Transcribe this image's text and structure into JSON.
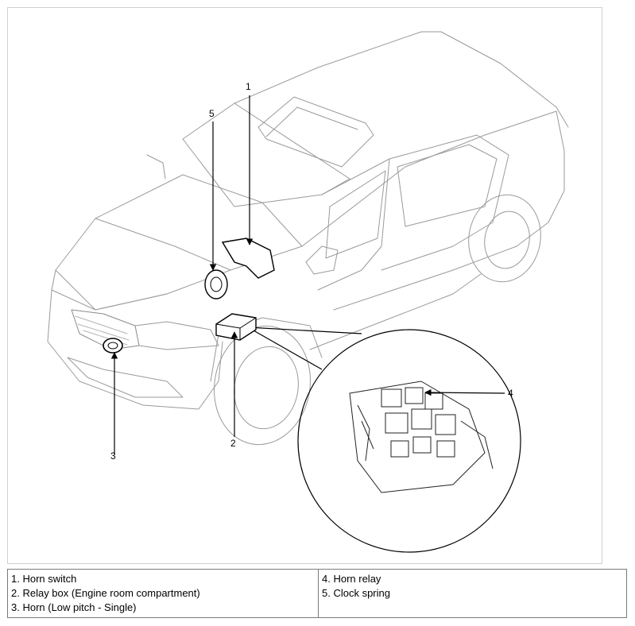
{
  "figure": {
    "callouts": [
      {
        "number": "1"
      },
      {
        "number": "2"
      },
      {
        "number": "3"
      },
      {
        "number": "4"
      },
      {
        "number": "5"
      }
    ]
  },
  "legend": {
    "left": [
      "1. Horn switch",
      "2. Relay box (Engine room compartment)",
      "3. Horn (Low pitch - Single)"
    ],
    "right": [
      "4. Horn relay",
      "5. Clock spring"
    ]
  }
}
